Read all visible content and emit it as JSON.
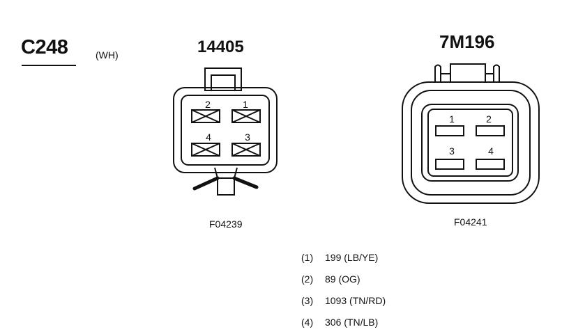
{
  "connector": {
    "id": "C248",
    "color": "(WH)"
  },
  "left_connector": {
    "part_number": "14405",
    "figure_code": "F04239",
    "pins": [
      "2",
      "1",
      "4",
      "3"
    ]
  },
  "right_connector": {
    "part_number": "7M196",
    "figure_code": "F04241",
    "pins": [
      "1",
      "2",
      "3",
      "4"
    ]
  },
  "wires": [
    {
      "pin": "(1)",
      "circuit": "199 (LB/YE)"
    },
    {
      "pin": "(2)",
      "circuit": "89 (OG)"
    },
    {
      "pin": "(3)",
      "circuit": "1093 (TN/RD)"
    },
    {
      "pin": "(4)",
      "circuit": "306 (TN/LB)"
    }
  ]
}
